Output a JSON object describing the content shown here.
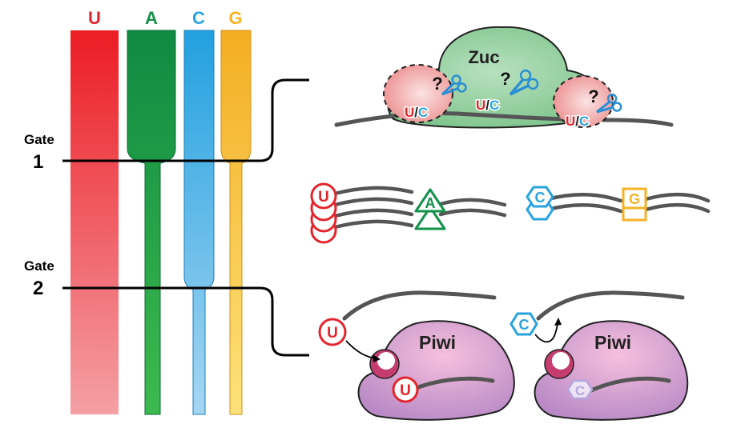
{
  "columns": {
    "u": {
      "label": "U",
      "color": "#e3262d"
    },
    "a": {
      "label": "A",
      "color": "#13904a"
    },
    "c": {
      "label": "C",
      "color": "#29a3de"
    },
    "g": {
      "label": "G",
      "color": "#f5b225"
    }
  },
  "gates": {
    "gate1": {
      "word": "Gate",
      "number": "1"
    },
    "gate2": {
      "word": "Gate",
      "number": "2"
    }
  },
  "zuc": {
    "label": "Zuc",
    "question": "?",
    "site_u": "U",
    "site_sep": "/",
    "site_c": "C"
  },
  "products": {
    "u": "U",
    "a": "A",
    "c": "C",
    "g": "G"
  },
  "piwi": {
    "left": {
      "label": "Piwi",
      "incoming": "U",
      "bound": "U"
    },
    "right": {
      "label": "Piwi",
      "incoming": "C",
      "bound": "C"
    }
  }
}
